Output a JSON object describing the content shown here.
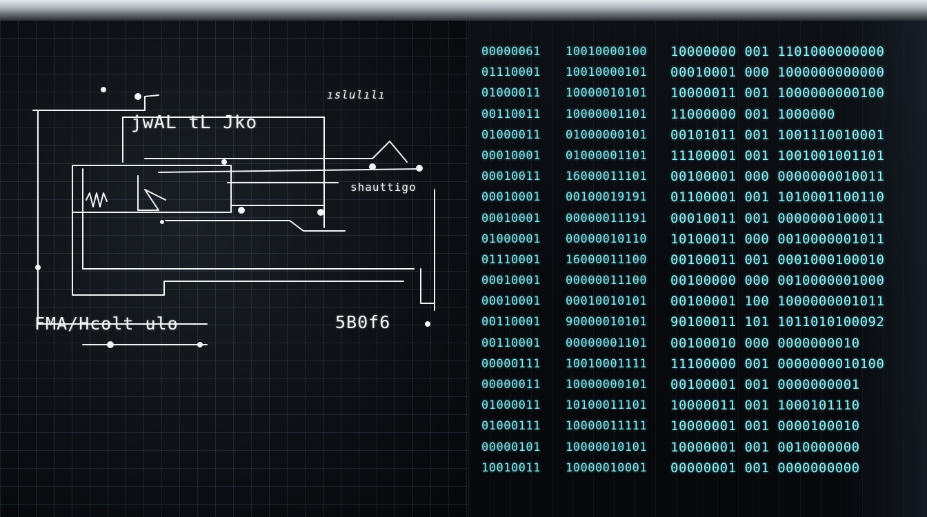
{
  "colors": {
    "circuit_line": "#f2f5f7",
    "binary_text": "#8fe6ec",
    "grid": "#4a5a6e",
    "background": "#05070a"
  },
  "schematic": {
    "title": "jwAL tL Jko",
    "top_annotation": "ıslulılı",
    "side_annotation": "shauttigo",
    "bottom_left_label": "FMA/Hcolt ulo",
    "bottom_right_label": "5B0f6"
  },
  "binary": {
    "column_1": [
      "00000061",
      "01110001",
      "01000011",
      "00110011",
      "01000011",
      "00010001",
      "00010011",
      "00010001",
      "00010001",
      "01000001",
      "01110001",
      "00010001",
      "00010001",
      "00110001",
      "00110001",
      "00000111",
      "00000011",
      "01000011",
      "01000111",
      "00000101",
      "10010011"
    ],
    "column_2": [
      "10010000100",
      "10010000101",
      "10000010101",
      "10000001101",
      "01000000101",
      "01000001101",
      "16000011101",
      "00100019191",
      "00000011191",
      "00000010110",
      "16000011100",
      "00000011100",
      "00010010101",
      "90000010101",
      "00000001101",
      "10010001111",
      "10000000101",
      "10100011101",
      "10000011111",
      "10000010101",
      "10000010001"
    ],
    "column_3": [
      "10000000 001 1101000000000",
      "00010001 000 1000000000000",
      "10000011 001 1000000000100",
      "11000000 001 1000000",
      "00101011 001 1001110010001",
      "11100001 001 1001001001101",
      "00100001 000 0000000010011",
      "01100001 001 1010001100110",
      "00010011 001 0000000100011",
      "10100011 000 0010000001011",
      "00100011 001 0001000100010",
      "00100000 000 0010000001000",
      "00100001 100 1000000001011",
      "90100011 101 1011010100092",
      "00100010 000 0000000010",
      "11100000 001 0000000010100",
      "00100001 001 0000000001",
      "10000011 001 1000101110",
      "10000001 001 0000100010",
      "10000001 001 0010000000",
      "00000001 001 0000000000"
    ]
  }
}
